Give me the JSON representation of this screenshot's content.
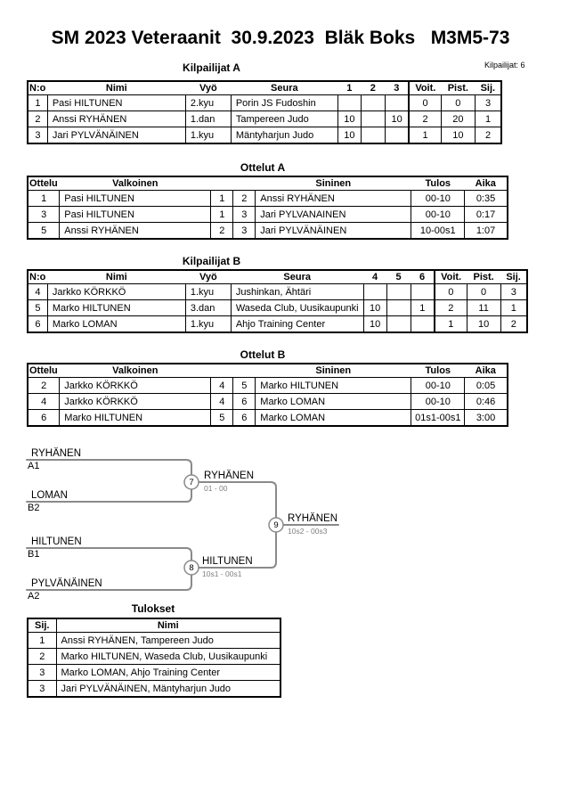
{
  "header": {
    "title": "SM 2023 Veteraanit  30.9.2023  Bläk Boks   M3M5-73",
    "competitors_label": "Kilpailijat: 6"
  },
  "colors": {
    "bracket_line": "#8a8a8a",
    "score_text": "#7f7f7f",
    "table_border": "#000000",
    "background": "#ffffff"
  },
  "pool_a": {
    "title": "Kilpailijat A",
    "columns": [
      "N:o",
      "Nimi",
      "Vyö",
      "Seura",
      "1",
      "2",
      "3",
      "Voit.",
      "Pist.",
      "Sij."
    ],
    "rows": [
      {
        "no": "1",
        "name": "Pasi HILTUNEN",
        "belt": "2.kyu",
        "club": "Porin JS Fudoshin",
        "c1": "",
        "c2": "",
        "c3": "",
        "wins": "0",
        "points": "0",
        "place": "3"
      },
      {
        "no": "2",
        "name": "Anssi RYHÄNEN",
        "belt": "1.dan",
        "club": "Tampereen Judo",
        "c1": "10",
        "c2": "",
        "c3": "10",
        "wins": "2",
        "points": "20",
        "place": "1"
      },
      {
        "no": "3",
        "name": "Jari PYLVÄNÄINEN",
        "belt": "1.kyu",
        "club": "Mäntyharjun Judo",
        "c1": "10",
        "c2": "",
        "c3": "",
        "wins": "1",
        "points": "10",
        "place": "2"
      }
    ]
  },
  "matches_a": {
    "title": "Ottelut A",
    "columns": [
      "Ottelu",
      "Valkoinen",
      "",
      "",
      "Sininen",
      "Tulos",
      "Aika"
    ],
    "rows": [
      {
        "no": "1",
        "white": "Pasi HILTUNEN",
        "wn": "1",
        "bn": "2",
        "blue": "Anssi RYHÄNEN",
        "result": "00-10",
        "time": "0:35"
      },
      {
        "no": "3",
        "white": "Pasi HILTUNEN",
        "wn": "1",
        "bn": "3",
        "blue": "Jari PYLVANAINEN",
        "result": "00-10",
        "time": "0:17"
      },
      {
        "no": "5",
        "white": "Anssi RYHÄNEN",
        "wn": "2",
        "bn": "3",
        "blue": "Jari PYLVÄNÄINEN",
        "result": "10-00s1",
        "time": "1:07"
      }
    ]
  },
  "pool_b": {
    "title": "Kilpailijat B",
    "columns": [
      "N:o",
      "Nimi",
      "Vyö",
      "Seura",
      "4",
      "5",
      "6",
      "Voit.",
      "Pist.",
      "Sij."
    ],
    "rows": [
      {
        "no": "4",
        "name": "Jarkko KÖRKKÖ",
        "belt": "1.kyu",
        "club": "Jushinkan, Ähtäri",
        "c1": "",
        "c2": "",
        "c3": "",
        "wins": "0",
        "points": "0",
        "place": "3"
      },
      {
        "no": "5",
        "name": "Marko HILTUNEN",
        "belt": "3.dan",
        "club": "Waseda Club, Uusikaupunki",
        "c1": "10",
        "c2": "",
        "c3": "1",
        "wins": "2",
        "points": "11",
        "place": "1"
      },
      {
        "no": "6",
        "name": "Marko LOMAN",
        "belt": "1.kyu",
        "club": "Ahjo Training Center",
        "c1": "10",
        "c2": "",
        "c3": "",
        "wins": "1",
        "points": "10",
        "place": "2"
      }
    ]
  },
  "matches_b": {
    "title": "Ottelut B",
    "columns": [
      "Ottelu",
      "Valkoinen",
      "",
      "",
      "Sininen",
      "Tulos",
      "Aika"
    ],
    "rows": [
      {
        "no": "2",
        "white": "Jarkko KÖRKKÖ",
        "wn": "4",
        "bn": "5",
        "blue": "Marko HILTUNEN",
        "result": "00-10",
        "time": "0:05"
      },
      {
        "no": "4",
        "white": "Jarkko KÖRKKÖ",
        "wn": "4",
        "bn": "6",
        "blue": "Marko LOMAN",
        "result": "00-10",
        "time": "0:46"
      },
      {
        "no": "6",
        "white": "Marko HILTUNEN",
        "wn": "5",
        "bn": "6",
        "blue": "Marko LOMAN",
        "result": "01s1-00s1",
        "time": "3:00"
      }
    ]
  },
  "bracket": {
    "seeds": [
      {
        "name": "RYHÄNEN",
        "seed": "A1"
      },
      {
        "name": "LOMAN",
        "seed": "B2"
      },
      {
        "name": "HILTUNEN",
        "seed": "B1"
      },
      {
        "name": "PYLVÄNÄINEN",
        "seed": "A2"
      }
    ],
    "matches": [
      {
        "no": "7",
        "winner": "RYHÄNEN",
        "score": "01 - 00"
      },
      {
        "no": "8",
        "winner": "HILTUNEN",
        "score": "10s1 - 00s1"
      },
      {
        "no": "9",
        "winner": "RYHÄNEN",
        "score": "10s2 - 00s3"
      }
    ]
  },
  "results": {
    "title": "Tulokset",
    "columns": [
      "Sij.",
      "Nimi"
    ],
    "rows": [
      {
        "place": "1",
        "name": "Anssi RYHÄNEN, Tampereen Judo"
      },
      {
        "place": "2",
        "name": "Marko HILTUNEN, Waseda Club, Uusikaupunki"
      },
      {
        "place": "3",
        "name": "Marko LOMAN, Ahjo Training Center"
      },
      {
        "place": "3",
        "name": "Jari PYLVÄNÄINEN, Mäntyharjun Judo"
      }
    ]
  }
}
